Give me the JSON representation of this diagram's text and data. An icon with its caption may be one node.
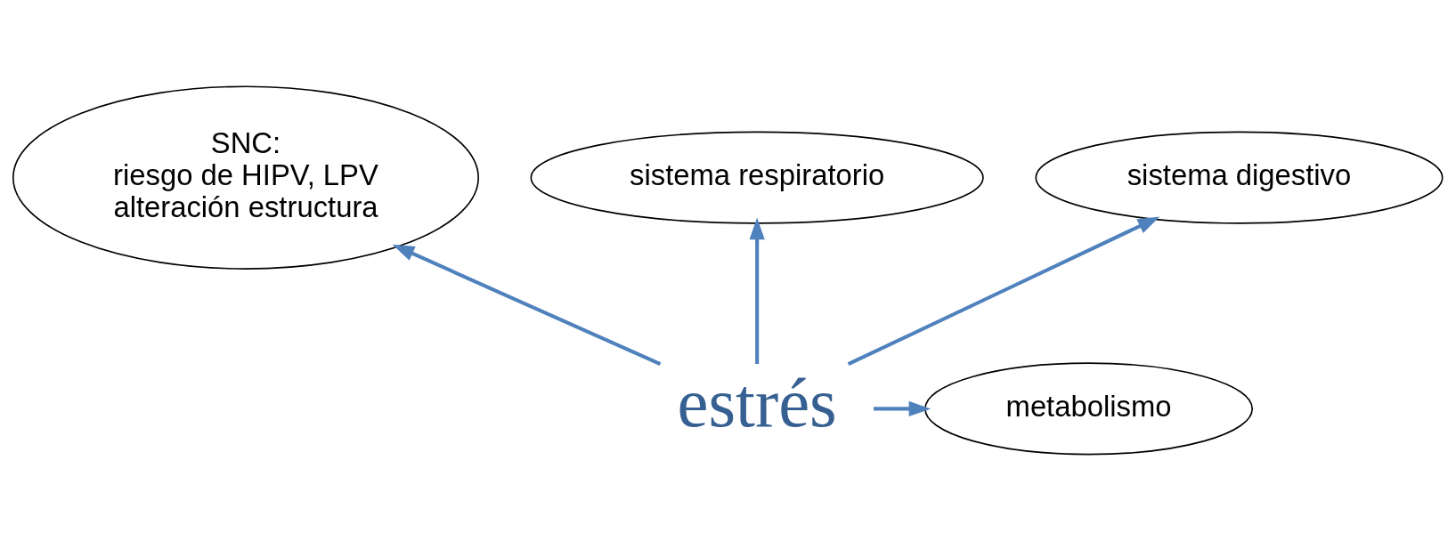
{
  "diagram": {
    "nodes": [
      {
        "text": [
          "estrés"
        ]
      },
      {
        "text": [
          "SNC:",
          "riesgo de HIPV, LPV",
          "alteración estructura"
        ]
      },
      {
        "text": [
          "sistema respiratorio"
        ]
      },
      {
        "text": [
          "sistema digestivo"
        ]
      },
      {
        "text": [
          "metabolismo"
        ]
      }
    ],
    "edges": [
      {
        "from": 0,
        "to": 1,
        "arrow": "to"
      },
      {
        "from": 0,
        "to": 2,
        "arrow": "to"
      },
      {
        "from": 0,
        "to": 3,
        "arrow": "to"
      },
      {
        "from": 0,
        "to": 4,
        "arrow": "to"
      }
    ]
  }
}
